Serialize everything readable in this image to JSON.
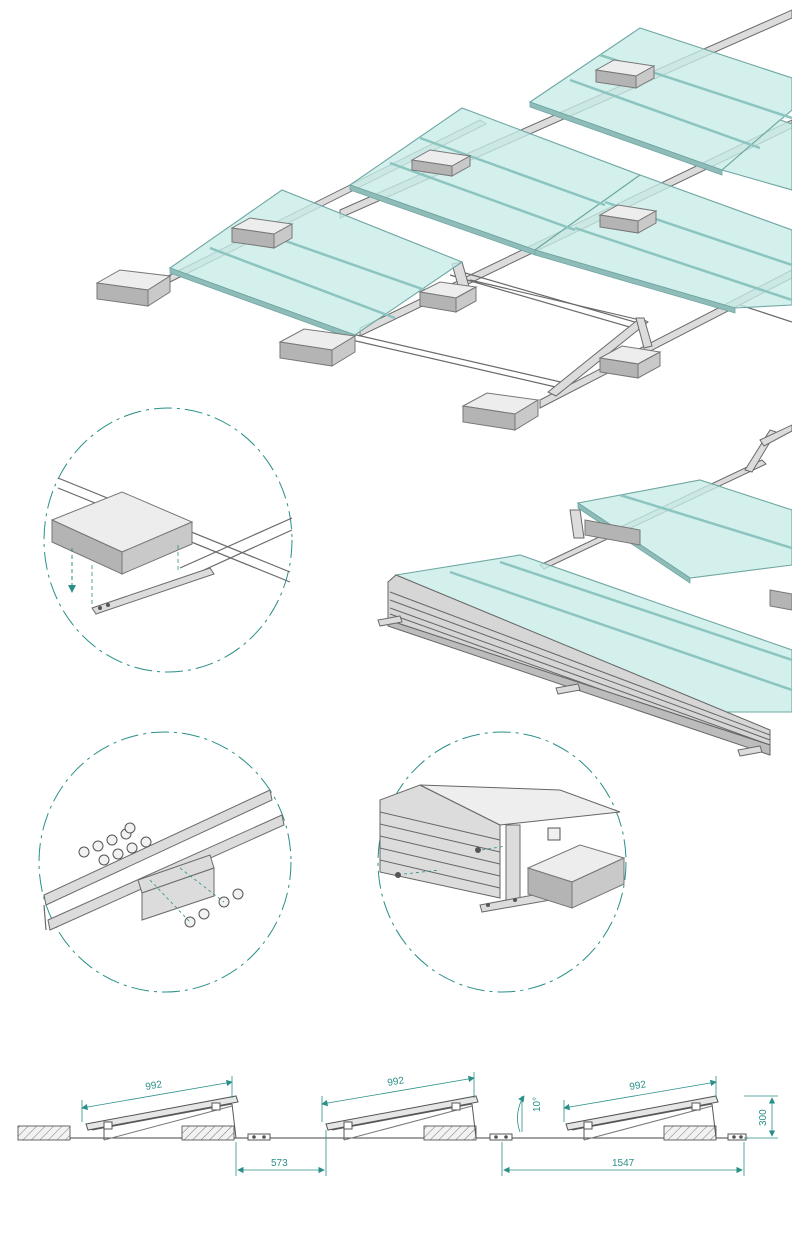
{
  "dimensions": {
    "panel_length_1": "992",
    "panel_length_2": "992",
    "panel_length_3": "992",
    "row_gap": "573",
    "row_pitch": "1547",
    "tilt_angle": "10°",
    "height": "300"
  },
  "colors": {
    "panel": "#c7ece8",
    "dimension": "#2a8f88",
    "frame": "#6a6a6a",
    "ballast": "#b4b4b4"
  },
  "icons": {
    "arrow_down": "arrow-down-icon",
    "arrow_left": "arrow-left-icon"
  }
}
